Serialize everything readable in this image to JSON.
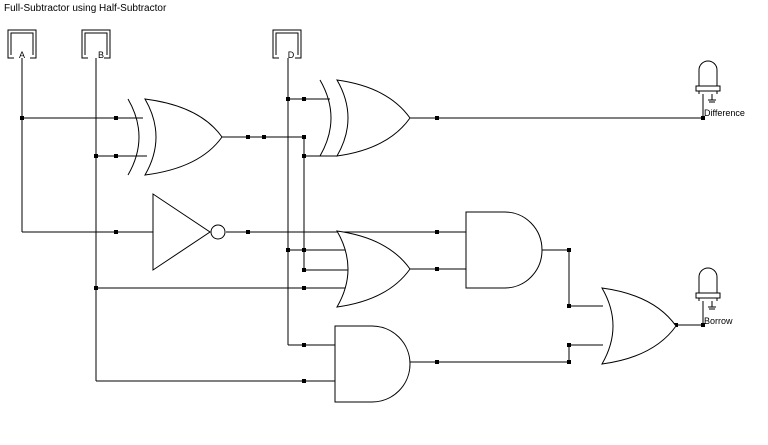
{
  "title": "Full-Subtractor using Half-Subtractor",
  "inputs": {
    "a": "A",
    "b": "B",
    "d": "D"
  },
  "outputs": {
    "difference": "Difference",
    "borrow": "Borrow"
  },
  "colors": {
    "wire": "#000000",
    "background": "#ffffff",
    "junction": "#000000"
  }
}
